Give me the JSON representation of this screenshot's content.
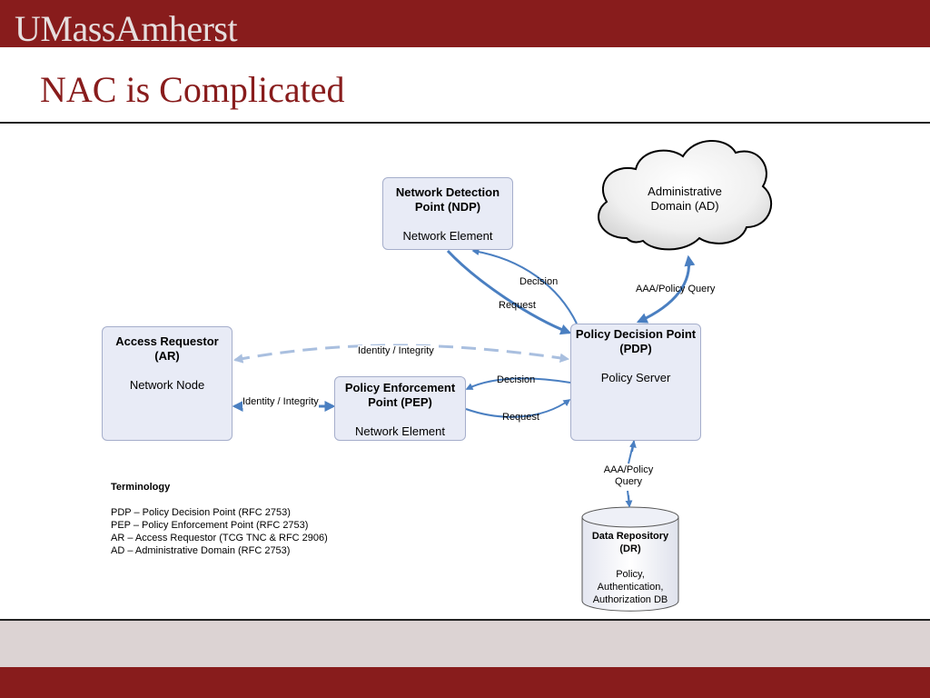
{
  "header": {
    "logo": "UMassAmherst",
    "title": "NAC is Complicated"
  },
  "colors": {
    "brand": "#881c1c",
    "box_fill": "#e8ebf6",
    "arrow": "#4a7fc1",
    "dashed_arrow": "#a9bfdf",
    "footer_gray": "#dcd3d3"
  },
  "nodes": {
    "ndp": {
      "title": "Network Detection Point (NDP)",
      "subtitle": "Network Element"
    },
    "ar": {
      "title": "Access Requestor (AR)",
      "subtitle": "Network Node"
    },
    "pep": {
      "title": "Policy Enforcement Point (PEP)",
      "subtitle": "Network Element"
    },
    "pdp": {
      "title": "Policy Decision Point (PDP)",
      "subtitle": "Policy Server"
    },
    "ad": {
      "title": "Administrative Domain (AD)",
      "icon": "cloud-icon"
    },
    "dr": {
      "title": "Data Repository (DR)",
      "subtitle": "Policy, Authentication, Authorization DB",
      "icon": "database-icon"
    }
  },
  "edges": {
    "ndp_decision": "Decision",
    "ndp_request": "Request",
    "ad_query": "AAA/Policy Query",
    "ar_pdp_identity": "Identity / Integrity",
    "pep_decision": "Decision",
    "pep_request": "Request",
    "ar_pep_identity": "Identity / Integrity",
    "dr_query": "AAA/Policy Query"
  },
  "terminology": {
    "heading": "Terminology",
    "items": [
      "PDP – Policy Decision Point (RFC 2753)",
      "PEP – Policy Enforcement Point (RFC 2753)",
      "AR – Access Requestor (TCG TNC & RFC 2906)",
      "AD – Administrative Domain (RFC 2753)"
    ]
  }
}
